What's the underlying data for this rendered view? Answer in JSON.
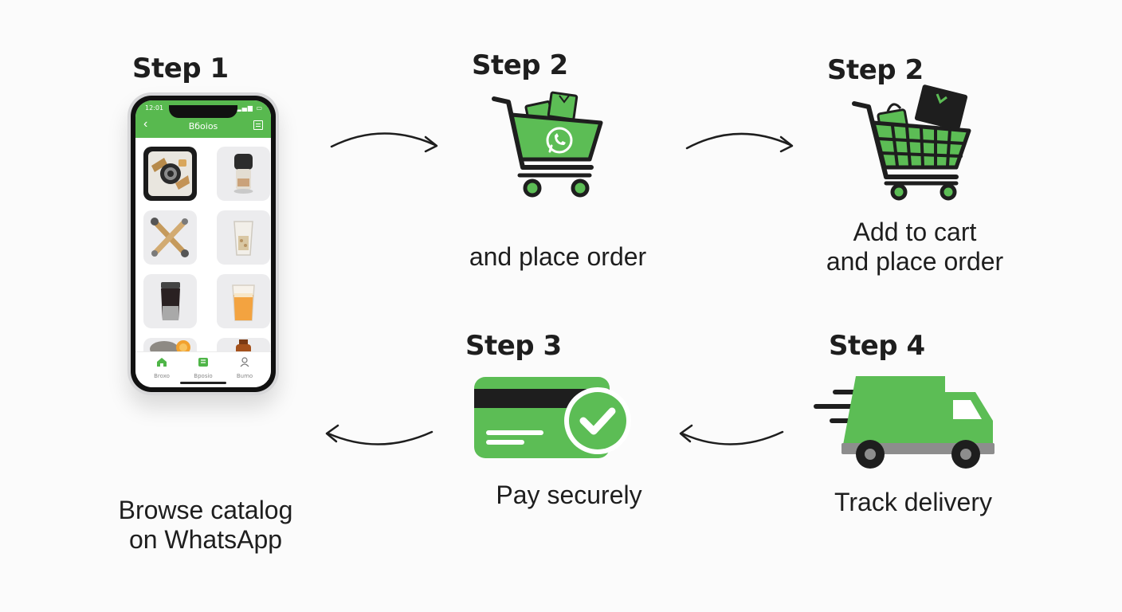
{
  "steps": [
    {
      "title": "Step 1",
      "caption_lines": [
        "Browse catalog",
        "on WhatsApp"
      ]
    },
    {
      "title": "Step 2",
      "caption_lines": [
        "and place order"
      ]
    },
    {
      "title": "Step 2",
      "caption_lines": [
        "Add to cart",
        "and place order"
      ]
    },
    {
      "title": "Step 3",
      "caption_lines": [
        "Pay securely"
      ]
    },
    {
      "title": "Step 4",
      "caption_lines": [
        "Track delivery"
      ]
    }
  ],
  "phone": {
    "status_time": "12:01",
    "app_title": "Bбoios",
    "nav_items": [
      "Broxo",
      "Bposio",
      "Bumo"
    ]
  },
  "icons": {
    "phone": "smartphone-catalog-icon",
    "cart_whatsapp": "shopping-cart-whatsapp-icon",
    "cart_bags": "shopping-cart-bags-icon",
    "card": "credit-card-check-icon",
    "truck": "delivery-truck-icon",
    "arrow": "curved-arrow-icon"
  },
  "colors": {
    "accent": "#5cbd55",
    "ink": "#1e1e1e",
    "background": "#fbfbfb"
  }
}
